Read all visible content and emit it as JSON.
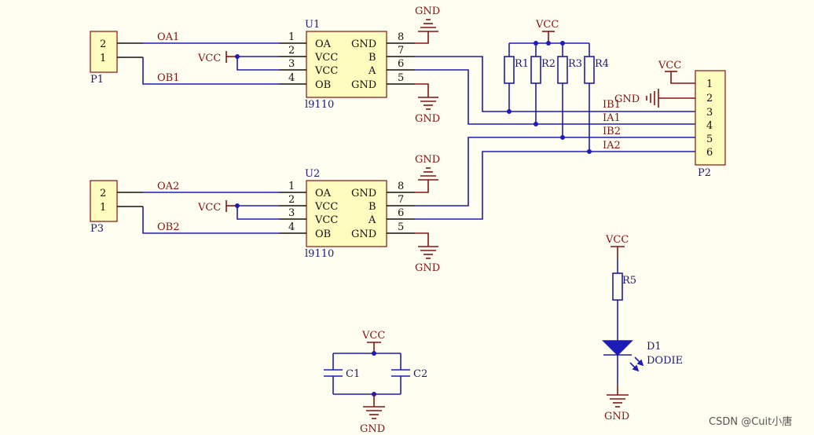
{
  "u1": {
    "ref": "U1",
    "part": "l9110",
    "pins": [
      {
        "num": "1",
        "name": "OA"
      },
      {
        "num": "2",
        "name": "VCC"
      },
      {
        "num": "3",
        "name": "VCC"
      },
      {
        "num": "4",
        "name": "OB"
      },
      {
        "num": "8",
        "name": "GND"
      },
      {
        "num": "7",
        "name": "B"
      },
      {
        "num": "6",
        "name": "A"
      },
      {
        "num": "5",
        "name": "GND"
      }
    ]
  },
  "u2": {
    "ref": "U2",
    "part": "l9110",
    "pins": [
      {
        "num": "1",
        "name": "OA"
      },
      {
        "num": "2",
        "name": "VCC"
      },
      {
        "num": "3",
        "name": "VCC"
      },
      {
        "num": "4",
        "name": "OB"
      },
      {
        "num": "8",
        "name": "GND"
      },
      {
        "num": "7",
        "name": "B"
      },
      {
        "num": "6",
        "name": "A"
      },
      {
        "num": "5",
        "name": "GND"
      }
    ]
  },
  "p1": {
    "ref": "P1",
    "pin_a": "2",
    "pin_b": "1"
  },
  "p3": {
    "ref": "P3",
    "pin_a": "2",
    "pin_b": "1"
  },
  "p2": {
    "ref": "P2",
    "pins": [
      "1",
      "2",
      "3",
      "4",
      "5",
      "6"
    ]
  },
  "nets": {
    "oa1": "OA1",
    "ob1": "OB1",
    "oa2": "OA2",
    "ob2": "OB2",
    "ib1": "IB1",
    "ia1": "IA1",
    "ib2": "IB2",
    "ia2": "IA2"
  },
  "power": {
    "vcc": "VCC",
    "gnd": "GND"
  },
  "resistors": [
    "R1",
    "R2",
    "R3",
    "R4",
    "R5"
  ],
  "capacitors": [
    "C1",
    "C2"
  ],
  "led": {
    "ref": "D1",
    "value": "DODIE"
  },
  "watermark": "CSDN @Cuit小唐"
}
